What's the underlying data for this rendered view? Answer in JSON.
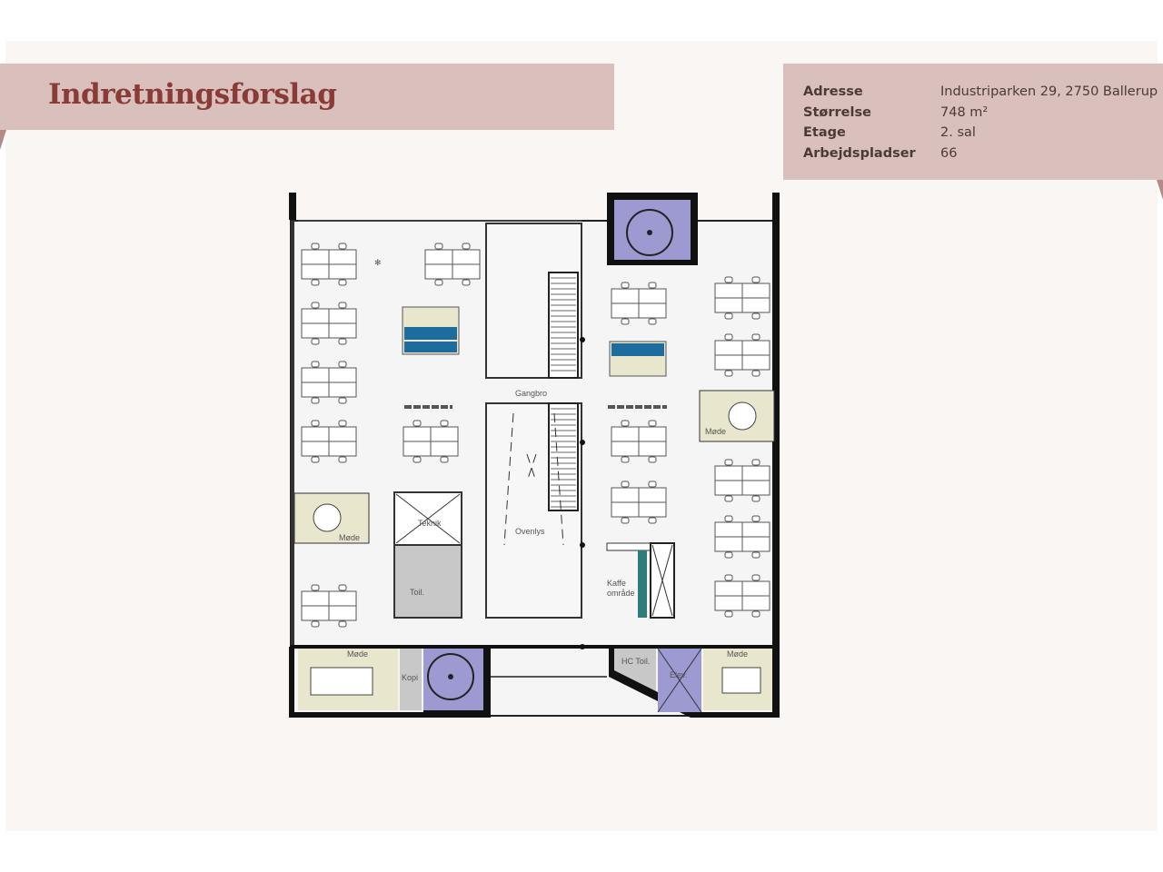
{
  "header": {
    "title": "Indretningsforslag"
  },
  "info": [
    {
      "label": "Adresse",
      "value": "Industriparken 29, 2750 Ballerup"
    },
    {
      "label": "Størrelse",
      "value": "748 m²"
    },
    {
      "label": "Etage",
      "value": "2. sal"
    },
    {
      "label": "Arbejdspladser",
      "value": "66"
    }
  ],
  "plan": {
    "rooms": {
      "gangbro": "Gangbro",
      "ovenlys": "Ovenlys",
      "teknik": "Teknik",
      "toilet": "Toil.",
      "kaffe_1": "Kaffe",
      "kaffe_2": "område",
      "mode_left": "Møde",
      "mode_right": "Møde",
      "mode_bottom_left": "Møde",
      "mode_bottom_right": "Møde",
      "kopi": "Kopi",
      "hc_toilet": "HC Toil.",
      "elevator": "Elev."
    },
    "colors": {
      "meeting": "#e8e6cc",
      "stairs": "#9c9ad0",
      "service": "#c8c8c8",
      "kitchen": "#2f7d78",
      "booth": "#1e6b9e",
      "wall": "#111111",
      "floor": "#f4f4f4"
    }
  }
}
